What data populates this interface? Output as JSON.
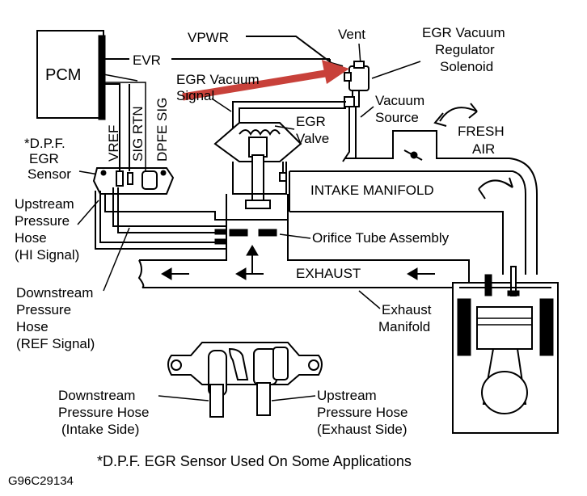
{
  "labels": {
    "pcm": "PCM",
    "evr": "EVR",
    "vpwr": "VPWR",
    "vent": "Vent",
    "egr_vac_reg_1": "EGR Vacuum",
    "egr_vac_reg_2": "Regulator",
    "egr_vac_reg_3": "Solenoid",
    "egr_vac_sig_1": "EGR Vacuum",
    "egr_vac_sig_2": "Signal",
    "vacuum_source_1": "Vacuum",
    "vacuum_source_2": "Source",
    "fresh_air_1": "FRESH",
    "fresh_air_2": "AIR",
    "egr_valve_1": "EGR",
    "egr_valve_2": "Valve",
    "vref": "VREF",
    "sig_rtn": "SIG RTN",
    "dpfe_sig": "DPFE SIG",
    "dpf_sensor_1": "*D.P.F.",
    "dpf_sensor_2": "EGR",
    "dpf_sensor_3": "Sensor",
    "intake_manifold": "INTAKE MANIFOLD",
    "upstream_1": "Upstream",
    "upstream_2": "Pressure",
    "upstream_3": "Hose",
    "upstream_4": "(HI Signal)",
    "orifice": "Orifice Tube Assembly",
    "exhaust": "EXHAUST",
    "downstream_1": "Downstream",
    "downstream_2": "Pressure",
    "downstream_3": "Hose",
    "downstream_4": "(REF Signal)",
    "exhaust_manifold_1": "Exhaust",
    "exhaust_manifold_2": "Manifold",
    "ds_intake_1": "Downstream",
    "ds_intake_2": "Pressure Hose",
    "ds_intake_3": "(Intake Side)",
    "us_exhaust_1": "Upstream",
    "us_exhaust_2": "Pressure Hose",
    "us_exhaust_3": "(Exhaust Side)",
    "footnote": "*D.P.F. EGR Sensor Used On Some Applications",
    "figure_id": "G96C29134"
  },
  "colors": {
    "highlight_arrow": "#c8413a",
    "line": "#000000"
  }
}
